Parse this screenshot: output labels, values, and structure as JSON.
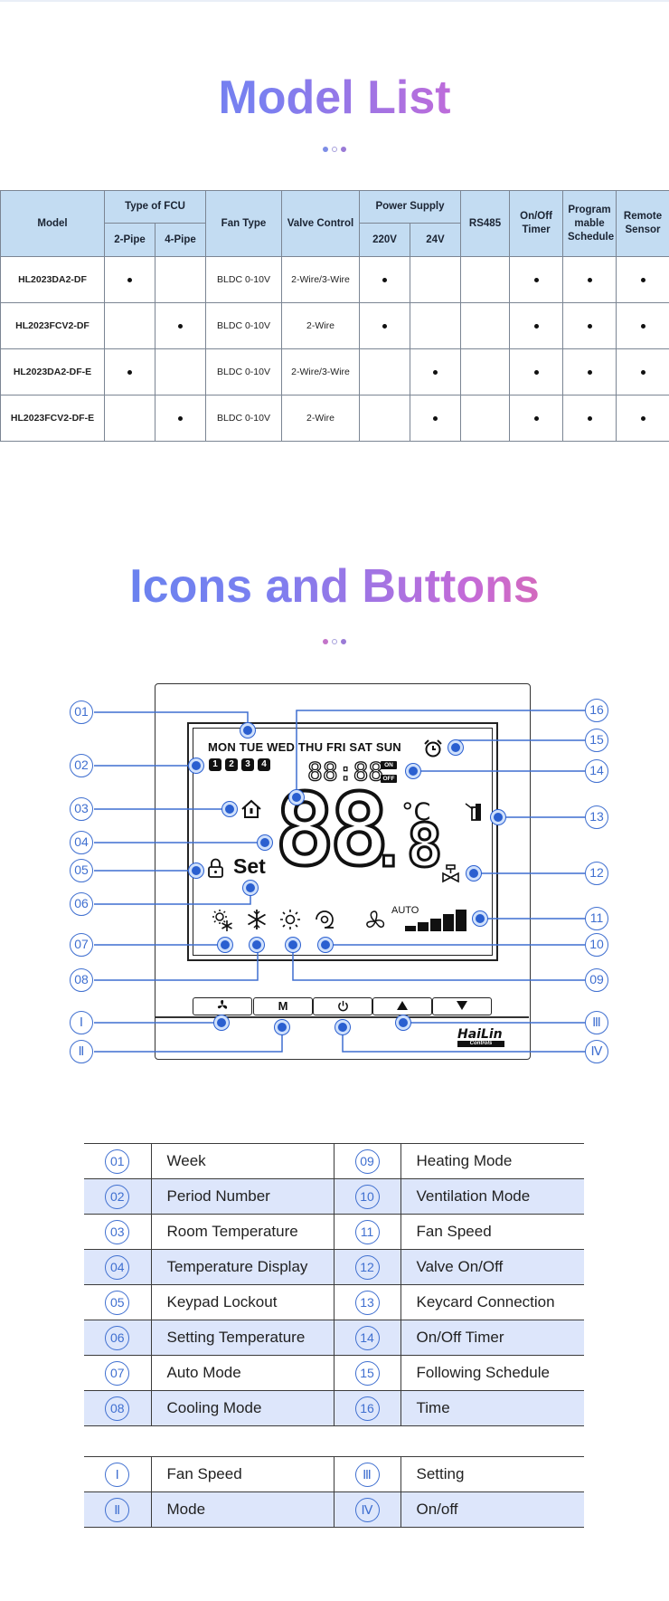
{
  "model_list": {
    "title_part1": "Model ",
    "title_part2": "List",
    "headers": {
      "model": "Model",
      "type_of_fcu": "Type of FCU",
      "pipe2": "2-Pipe",
      "pipe4": "4-Pipe",
      "fan_type": "Fan Type",
      "valve_control": "Valve Control",
      "power_supply": "Power Supply",
      "v220": "220V",
      "v24": "24V",
      "rs485": "RS485",
      "onoff_timer": "On/Off Timer",
      "programmable_schedule": "Program mable Schedule",
      "remote_sensor": "Remote Sensor"
    },
    "rows": [
      {
        "model": "HL2023DA2-DF",
        "pipe2": true,
        "pipe4": false,
        "fan_type": "BLDC 0-10V",
        "valve": "2-Wire/3-Wire",
        "v220": true,
        "v24": false,
        "rs485": false,
        "timer": true,
        "schedule": true,
        "sensor": true
      },
      {
        "model": "HL2023FCV2-DF",
        "pipe2": false,
        "pipe4": true,
        "fan_type": "BLDC 0-10V",
        "valve": "2-Wire",
        "v220": true,
        "v24": false,
        "rs485": false,
        "timer": true,
        "schedule": true,
        "sensor": true
      },
      {
        "model": "HL2023DA2-DF-E",
        "pipe2": true,
        "pipe4": false,
        "fan_type": "BLDC 0-10V",
        "valve": "2-Wire/3-Wire",
        "v220": false,
        "v24": true,
        "rs485": false,
        "timer": true,
        "schedule": true,
        "sensor": true
      },
      {
        "model": "HL2023FCV2-DF-E",
        "pipe2": false,
        "pipe4": true,
        "fan_type": "BLDC 0-10V",
        "valve": "2-Wire",
        "v220": false,
        "v24": true,
        "rs485": false,
        "timer": true,
        "schedule": true,
        "sensor": true
      }
    ]
  },
  "icons_buttons": {
    "title": "Icons and Buttons"
  },
  "display": {
    "weekdays": "MON  TUE  WED THU FRI SAT SUN",
    "periods": [
      "1",
      "2",
      "3",
      "4"
    ],
    "time": "88:88",
    "on_badge": "ON",
    "off_badge": "OFF",
    "big_temp": "88",
    "decimal": ".8",
    "unit": "°C",
    "set": "Set",
    "auto": "AUTO",
    "fan_level": 1.0
  },
  "buttons": {
    "mode": "M",
    "fan_symbol": "fan-icon",
    "power_symbol": "power-icon",
    "up_symbol": "up-arrow-icon",
    "down_symbol": "down-arrow-icon"
  },
  "brand": {
    "name": "HaiLin",
    "sub": "Controls"
  },
  "callouts": {
    "c01": "01",
    "c02": "02",
    "c03": "03",
    "c04": "04",
    "c05": "05",
    "c06": "06",
    "c07": "07",
    "c08": "08",
    "c09": "09",
    "c10": "10",
    "c11": "11",
    "c12": "12",
    "c13": "13",
    "c14": "14",
    "c15": "15",
    "c16": "16",
    "r1": "Ⅰ",
    "r2": "Ⅱ",
    "r3": "Ⅲ",
    "r4": "Ⅳ"
  },
  "legend": [
    {
      "n1": "01",
      "l1": "Week",
      "n2": "09",
      "l2": "Heating Mode"
    },
    {
      "n1": "02",
      "l1": "Period Number",
      "n2": "10",
      "l2": "Ventilation Mode"
    },
    {
      "n1": "03",
      "l1": "Room Temperature",
      "n2": "11",
      "l2": "Fan Speed"
    },
    {
      "n1": "04",
      "l1": "Temperature Display",
      "n2": "12",
      "l2": "Valve On/Off"
    },
    {
      "n1": "05",
      "l1": "Keypad Lockout",
      "n2": "13",
      "l2": "Keycard Connection"
    },
    {
      "n1": "06",
      "l1": "Setting Temperature",
      "n2": "14",
      "l2": "On/Off Timer"
    },
    {
      "n1": "07",
      "l1": "Auto Mode",
      "n2": "15",
      "l2": "Following Schedule"
    },
    {
      "n1": "08",
      "l1": "Cooling Mode",
      "n2": "16",
      "l2": "Time"
    }
  ],
  "legend_buttons": [
    {
      "n1": "Ⅰ",
      "l1": "Fan Speed",
      "n2": "Ⅲ",
      "l2": "Setting"
    },
    {
      "n1": "Ⅱ",
      "l1": "Mode",
      "n2": "Ⅳ",
      "l2": "On/off"
    }
  ],
  "colors": {
    "accent_blue": "#3f6fd0",
    "header_bg": "#c3dcf2",
    "row_shade": "#dde6fb",
    "title_gradient_start": "#5b86ee",
    "title_gradient_end": "#ef6a8c"
  }
}
